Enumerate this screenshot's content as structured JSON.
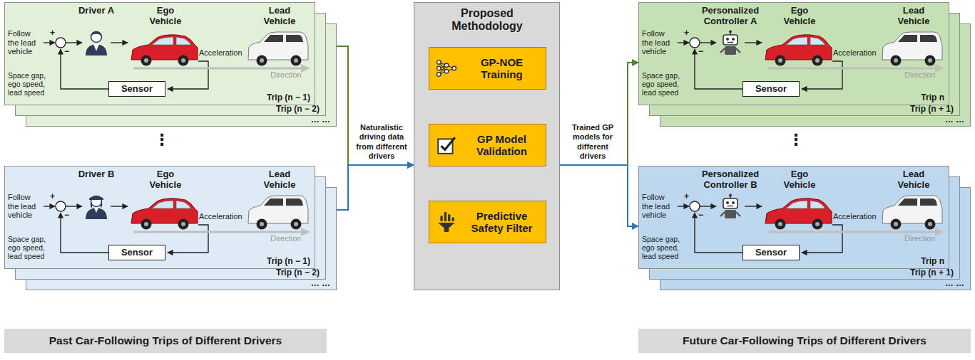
{
  "diagram": {
    "nodes": [
      {
        "text": [
          "Follow the lead vehicle",
          "Driver A",
          "Ego Vehicle",
          "Lead Vehicle",
          "Acceleration",
          "Space gap, ego speed, lead speed",
          "Direction",
          "Trip (n − 1)"
        ]
      },
      {
        "text": [
          "Sensor"
        ],
        "in": 0
      },
      {
        "text": [
          "Trip (n − 2)"
        ]
      },
      {
        "text": [
          "… …"
        ]
      },
      {
        "text": [
          "Follow the lead vehicle",
          "Driver B",
          "Ego Vehicle",
          "Lead Vehicle",
          "Acceleration",
          "Space gap, ego speed, lead speed",
          "Direction",
          "Trip (n − 1)"
        ]
      },
      {
        "text": [
          "Sensor"
        ],
        "in": 4
      },
      {
        "text": [
          "Trip (n − 2)"
        ]
      },
      {
        "text": [
          "… …"
        ]
      },
      {
        "text": [
          "Proposed Methodology"
        ]
      },
      {
        "text": [
          "GP-NOE Training"
        ],
        "in": 8
      },
      {
        "text": [
          "GP Model Validation"
        ],
        "in": 8
      },
      {
        "text": [
          "Predictive Safety Filter"
        ],
        "in": 8
      },
      {
        "text": [
          "Follow the lead vehicle",
          "Personalized Controller A",
          "Ego Vehicle",
          "Lead Vehicle",
          "Acceleration",
          "Space gap, ego speed, lead speed",
          "Direction",
          "Trip n"
        ]
      },
      {
        "text": [
          "Sensor"
        ],
        "in": 12
      },
      {
        "text": [
          "Trip (n + 1)"
        ]
      },
      {
        "text": [
          "… …"
        ]
      },
      {
        "text": [
          "Follow the lead vehicle",
          "Personalized Controller B",
          "Ego Vehicle",
          "Lead Vehicle",
          "Acceleration",
          "Space gap, ego speed, lead speed",
          "Direction",
          "Trip n"
        ]
      },
      {
        "text": [
          "Sensor"
        ],
        "in": 16
      },
      {
        "text": [
          "Trip (n + 1)"
        ]
      },
      {
        "text": [
          "… …"
        ]
      },
      {
        "text": [
          "Past Car-Following Trips of Different Drivers"
        ]
      },
      {
        "text": [
          "Future Car-Following Trips of Different Drivers"
        ]
      }
    ],
    "edges": [
      {
        "from": 0,
        "to": 8,
        "arrow": "to",
        "label": "Naturalistic driving data from different drivers"
      },
      {
        "from": 4,
        "to": 8,
        "arrow": "to"
      },
      {
        "from": 9,
        "to": 10,
        "arrow": "to"
      },
      {
        "from": 10,
        "to": 11,
        "arrow": "to"
      },
      {
        "from": 8,
        "to": 12,
        "arrow": "to",
        "label": "Trained GP models for different drivers"
      },
      {
        "from": 8,
        "to": 16,
        "arrow": "to"
      }
    ],
    "labels": [
      "+",
      "−",
      "+",
      "−",
      "+",
      "−",
      "+",
      "−",
      "⋮",
      "⋮"
    ]
  }
}
